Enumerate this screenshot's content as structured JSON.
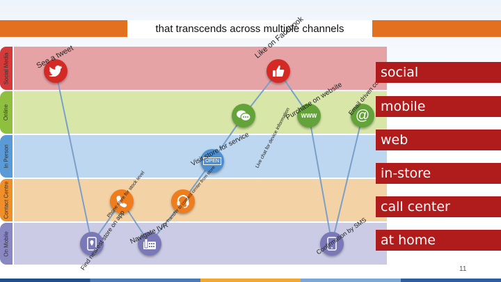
{
  "slide": {
    "title": "that transcends across multiple channels",
    "page_number": "11"
  },
  "lanes": [
    {
      "label": "Social Media",
      "color": "#e6a3a6",
      "tab_color": "#d43a3a"
    },
    {
      "label": "Online",
      "color": "#d8e6a8",
      "tab_color": "#8fbf3f"
    },
    {
      "label": "In Person",
      "color": "#bcd7ef",
      "tab_color": "#5a9ad6"
    },
    {
      "label": "Contact Centre",
      "color": "#f3d2a6",
      "tab_color": "#ef8f2a"
    },
    {
      "label": "On Mobile",
      "color": "#cccbe6",
      "tab_color": "#8a88c2"
    }
  ],
  "channels": [
    "social",
    "mobile",
    "web",
    "in-store",
    "call center",
    "at home"
  ],
  "touchpoints": {
    "see_tweet": "See a tweet",
    "like_facebook": "Like on Facebook",
    "live_chat": "Live chat for device information",
    "purchase_website": "Purchase on website",
    "email_coupon": "Email driven coupon",
    "visit_store": "Visit store for service",
    "store_open_sign": "OPEN",
    "call_store": "Phone store for stock level",
    "contact_center": "Transfer to contact center from store",
    "find_store": "Find nearest store on app",
    "navigate_ivr": "Navigate IVR",
    "confirm_sms": "Confirmation by SMS",
    "www_label": "WWW"
  },
  "colors": {
    "accent_orange": "#e2701f",
    "channel_red": "#b01c1c"
  }
}
